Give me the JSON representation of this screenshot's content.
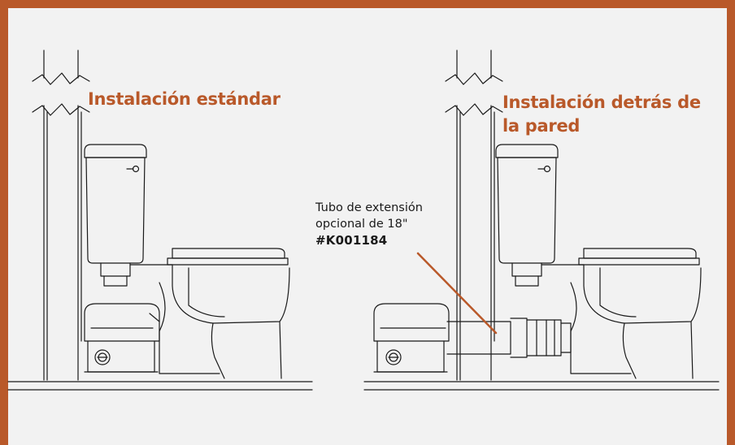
{
  "titles": {
    "standard": "Instalación estándar",
    "behind_wall": "Instalación detrás de la pared"
  },
  "callout": {
    "line1": "Tubo de extensión",
    "line2": "opcional de 18\"",
    "part_number": "#K001184"
  },
  "colors": {
    "accent": "#b9592a",
    "background": "#f2f2f2",
    "line": "#1a1a1a"
  },
  "icons": [
    "toilet-left-icon",
    "toilet-right-icon",
    "pump-unit-icon",
    "extension-pipe-icon"
  ]
}
